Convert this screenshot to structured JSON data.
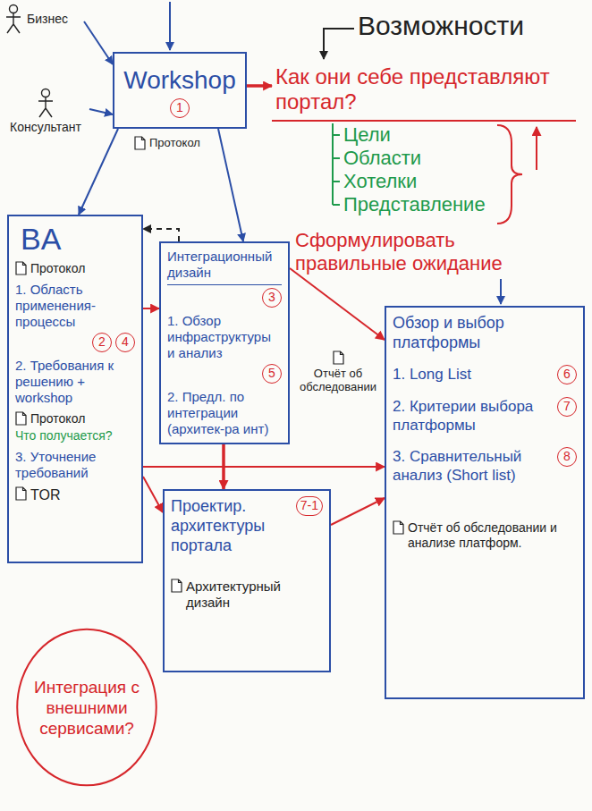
{
  "diagram": {
    "nodes": [
      {
        "text": [
          "Бизнес"
        ]
      },
      {
        "text": [
          "Консультант"
        ]
      },
      {
        "text": [
          "Workshop"
        ]
      },
      {
        "text": [
          "Как они себе представляют портал?"
        ]
      },
      {
        "text": [
          "BA",
          "1. Область применения-процессы",
          "2. Требования к решению + workshop",
          "3. Уточнение требований"
        ]
      },
      {
        "text": [
          "Интеграционный дизайн",
          "1. Обзор инфраструктуры и анализ",
          "2. Предл. по интеграции (архитек-ра инт)"
        ]
      },
      {
        "text": [
          "Обзор и выбор платформы",
          "1. Long List",
          "2. Критерии выбора платформы",
          "3. Сравнительный анализ (Short list)"
        ]
      },
      {
        "text": [
          "Проектир. архитектуры портала"
        ]
      },
      {
        "text": [
          "Интеграция с внешними сервисами?"
        ]
      }
    ],
    "edges": [
      {
        "from": 0,
        "to": 2,
        "arrow": "to"
      },
      {
        "from": 1,
        "to": 2,
        "arrow": "to"
      },
      {
        "from": 2,
        "to": 3,
        "arrow": "to"
      },
      {
        "from": 2,
        "to": 4,
        "arrow": "to"
      },
      {
        "from": 2,
        "to": 5,
        "arrow": "to"
      },
      {
        "from": 5,
        "to": 4,
        "arrow": "to"
      },
      {
        "from": 4,
        "to": 5,
        "arrow": "to"
      },
      {
        "from": 4,
        "to": 6,
        "arrow": "to"
      },
      {
        "from": 4,
        "to": 7,
        "arrow": "to"
      },
      {
        "from": 5,
        "to": 6,
        "arrow": "to"
      },
      {
        "from": 5,
        "to": 7,
        "arrow": "to"
      },
      {
        "from": 7,
        "to": 6,
        "arrow": "to"
      }
    ],
    "labels": [
      "1",
      "Протокол",
      "Возможности",
      "Цели",
      "Области",
      "Хотелки",
      "Представление",
      "Сформулировать правильные ожидание",
      "Протокол",
      "2",
      "4",
      "Протокол",
      "Что получается?",
      "TOR",
      "3",
      "5",
      "Отчёт об обследовании",
      "6",
      "7",
      "8",
      "Отчёт об обследовании и анализе платформ.",
      "7-1",
      "Архитектурный дизайн"
    ]
  }
}
